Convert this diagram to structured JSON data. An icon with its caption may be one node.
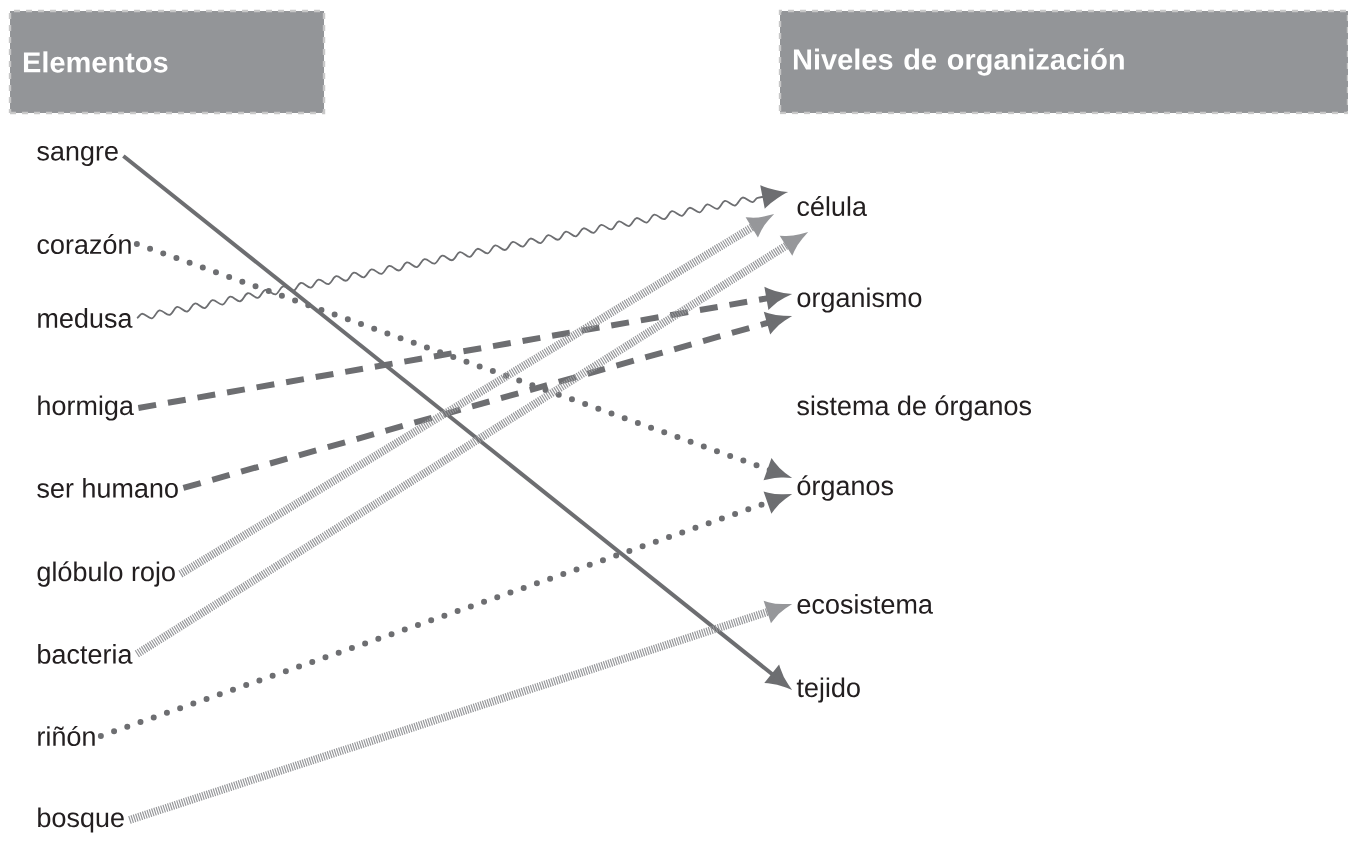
{
  "diagram": {
    "nodes": [
      {
        "text": [
          "Elementos"
        ]
      },
      {
        "text": [
          "Niveles de organización"
        ]
      },
      {
        "text": [
          "sangre"
        ]
      },
      {
        "text": [
          "corazón"
        ]
      },
      {
        "text": [
          "medusa"
        ]
      },
      {
        "text": [
          "hormiga"
        ]
      },
      {
        "text": [
          "ser humano"
        ]
      },
      {
        "text": [
          "glóbulo rojo"
        ]
      },
      {
        "text": [
          "bacteria"
        ]
      },
      {
        "text": [
          "riñón"
        ]
      },
      {
        "text": [
          "bosque"
        ]
      },
      {
        "text": [
          "célula"
        ]
      },
      {
        "text": [
          "organismo"
        ]
      },
      {
        "text": [
          "sistema de órganos"
        ]
      },
      {
        "text": [
          "órganos"
        ]
      },
      {
        "text": [
          "ecosistema"
        ]
      },
      {
        "text": [
          "tejido"
        ]
      }
    ],
    "edges": [
      {
        "from": 2,
        "to": 16,
        "arrow": "to"
      },
      {
        "from": 3,
        "to": 14,
        "arrow": "to",
        "style": "dashed"
      },
      {
        "from": 4,
        "to": 11,
        "arrow": "to"
      },
      {
        "from": 5,
        "to": 12,
        "arrow": "to",
        "style": "dashed"
      },
      {
        "from": 6,
        "to": 12,
        "arrow": "to",
        "style": "dashed"
      },
      {
        "from": 7,
        "to": 11,
        "arrow": "to",
        "style": "dashed"
      },
      {
        "from": 8,
        "to": 11,
        "arrow": "to",
        "style": "dashed"
      },
      {
        "from": 9,
        "to": 14,
        "arrow": "to",
        "style": "dashed"
      },
      {
        "from": 10,
        "to": 15,
        "arrow": "to",
        "style": "dashed"
      }
    ]
  }
}
